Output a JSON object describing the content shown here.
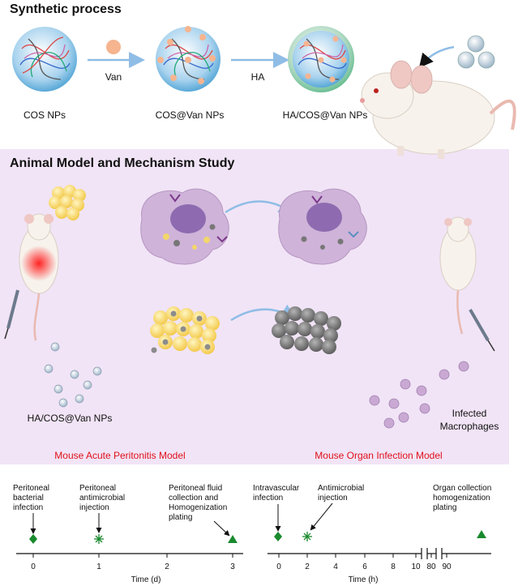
{
  "synthesis": {
    "title": "Synthetic process",
    "step_cos": "COS NPs",
    "reagent_van": "Van",
    "step_cos_van": "COS@Van NPs",
    "reagent_ha": "HA",
    "step_ha_cos_van": "HA/COS@Van NPs"
  },
  "animal": {
    "title": "Animal Model  and Mechanism Study",
    "np_label": "HA/COS@Van NPs",
    "macrophage_label_line1": "Infected",
    "macrophage_label_line2": "Macrophages",
    "model_left": "Mouse Acute Peritonitis Model",
    "model_right": "Mouse Organ Infection Model"
  },
  "timeline_left": {
    "axis_label": "Time (d)",
    "ticks": [
      "0",
      "1",
      "2",
      "3"
    ],
    "events": [
      {
        "lines": [
          "Peritoneal",
          "bacterial",
          "infection"
        ]
      },
      {
        "lines": [
          "Peritoneal",
          "antimicrobial",
          "injection"
        ]
      },
      {
        "lines": [
          "Peritoneal fluid",
          "collection and",
          "Homogenization",
          "plating"
        ]
      }
    ]
  },
  "timeline_right": {
    "axis_label": "Time (h)",
    "ticks": [
      "0",
      "2",
      "4",
      "6",
      "8",
      "10",
      "80",
      "90"
    ],
    "events": [
      {
        "lines": [
          "Intravascular",
          "infection"
        ]
      },
      {
        "lines": [
          "Antimicrobial",
          "injection"
        ]
      },
      {
        "lines": [
          "Organ collection",
          "homogenization",
          "plating"
        ]
      }
    ]
  },
  "colors": {
    "panel_bg": "#f1e4f6",
    "arrow_blue": "#8fbde6",
    "marker_green": "#1a8a2e",
    "label_red": "#e0101a",
    "macrophage": "#c9a9d3"
  }
}
